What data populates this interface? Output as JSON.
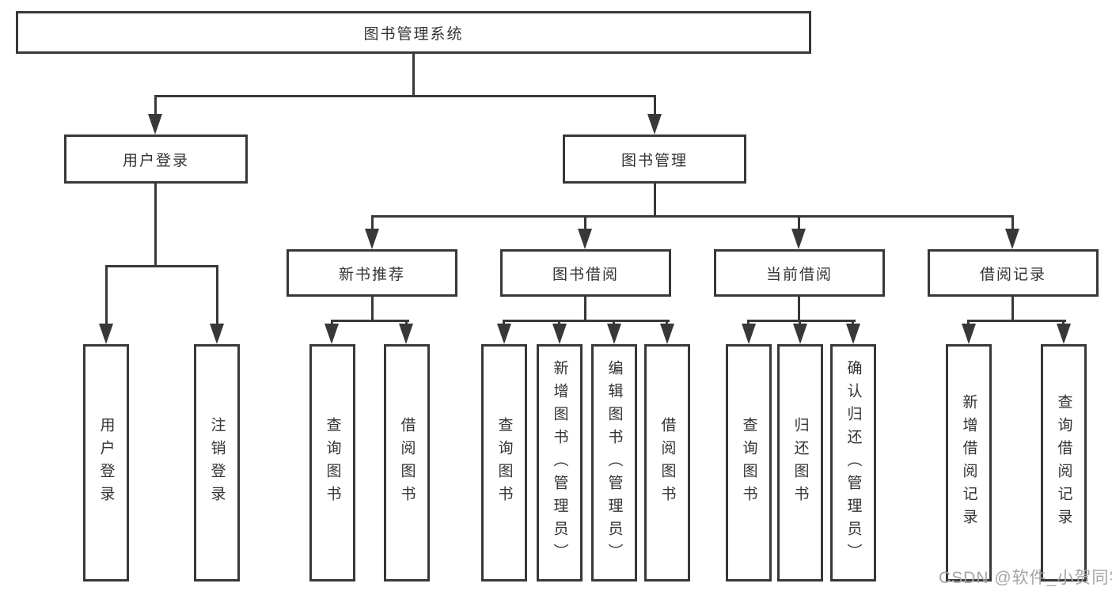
{
  "diagram": {
    "title": "图书管理系统",
    "root": {
      "label": "图书管理系统"
    },
    "level2": [
      {
        "label": "用户登录"
      },
      {
        "label": "图书管理"
      }
    ],
    "level3": [
      {
        "label": "新书推荐"
      },
      {
        "label": "图书借阅"
      },
      {
        "label": "当前借阅"
      },
      {
        "label": "借阅记录"
      }
    ],
    "leaves": {
      "login": [
        {
          "label": "用户登录"
        },
        {
          "label": "注销登录"
        }
      ],
      "recommend": [
        {
          "label": "查询图书"
        },
        {
          "label": "借阅图书"
        }
      ],
      "borrow": [
        {
          "label": "查询图书"
        },
        {
          "label": "新增图书（管理员）"
        },
        {
          "label": "编辑图书（管理员）"
        },
        {
          "label": "借阅图书"
        }
      ],
      "current": [
        {
          "label": "查询图书"
        },
        {
          "label": "归还图书"
        },
        {
          "label": "确认归还（管理员）"
        }
      ],
      "records": [
        {
          "label": "新增借阅记录"
        },
        {
          "label": "查询借阅记录"
        }
      ]
    }
  },
  "watermark": {
    "text": "CSDN @软件_小贺同学"
  },
  "colors": {
    "line": "#383838",
    "text": "#333333",
    "background": "#ffffff",
    "watermark": "#a5a5a5"
  }
}
